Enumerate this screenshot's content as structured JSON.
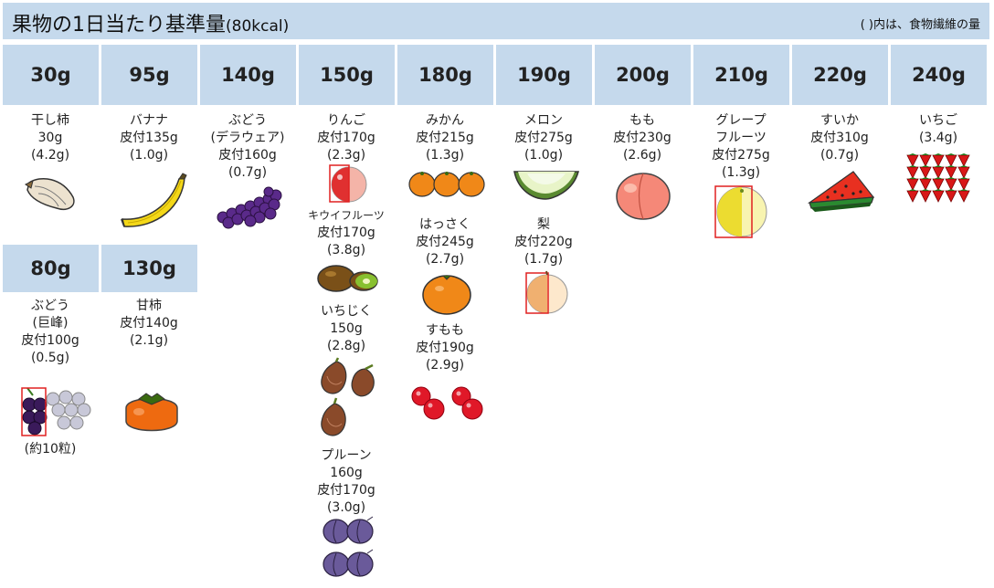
{
  "title": "果物の1日当たり基準量",
  "title_suffix": "(80kcal)",
  "note": "(  )内は、食物繊維の量",
  "headers": [
    "30g",
    "95g",
    "140g",
    "150g",
    "180g",
    "190g",
    "200g",
    "210g",
    "220g",
    "240g",
    "80g",
    "130g"
  ],
  "fruits": {
    "hoshigaki": [
      "干し柿",
      "30g",
      "(4.2g)"
    ],
    "banana": [
      "バナナ",
      "皮付135g",
      "(1.0g)"
    ],
    "delaware": [
      "ぶどう",
      "(デラウェア)",
      "皮付160g",
      "(0.7g)"
    ],
    "ringo": [
      "りんご",
      "皮付170g",
      "(2.3g)"
    ],
    "kiwi": [
      "キウイフルーツ",
      "皮付170g",
      "(3.8g)"
    ],
    "ichijiku": [
      "いちじく",
      "150g",
      "(2.8g)"
    ],
    "prune": [
      "プルーン",
      "160g",
      "皮付170g",
      "(3.0g)"
    ],
    "mikan": [
      "みかん",
      "皮付215g",
      "(1.3g)"
    ],
    "hassaku": [
      "はっさく",
      "皮付245g",
      "(2.7g)"
    ],
    "sumomo": [
      "すもも",
      "皮付190g",
      "(2.9g)"
    ],
    "melon": [
      "メロン",
      "皮付275g",
      "(1.0g)"
    ],
    "nashi": [
      "梨",
      "皮付220g",
      "(1.7g)"
    ],
    "momo": [
      "もも",
      "皮付230g",
      "(2.6g)"
    ],
    "grapefruit": [
      "グレープ",
      "フルーツ",
      "皮付275g",
      "(1.3g)"
    ],
    "suika": [
      "すいか",
      "皮付310g",
      "(0.7g)"
    ],
    "ichigo": [
      "いちご",
      "(3.4g)"
    ],
    "kyoho": [
      "ぶどう",
      "(巨峰)",
      "皮付100g",
      "(0.5g)"
    ],
    "amagaki": [
      "甘柿",
      "皮付140g",
      "(2.1g)"
    ]
  },
  "kyoho_count": "(約10粒)",
  "icons": [
    "dried-persimmon-icon",
    "banana-icon",
    "grapes-icon",
    "apple-icon",
    "kiwi-icon",
    "fig-icon",
    "prune-icon",
    "mandarin-icon",
    "hassaku-icon",
    "plum-icon",
    "melon-icon",
    "pear-icon",
    "peach-icon",
    "grapefruit-icon",
    "watermelon-icon",
    "strawberry-icon",
    "kyoho-grapes-icon",
    "persimmon-icon"
  ],
  "colors": {
    "header_bg": "#c5d9ec",
    "highlight_box": "#e02020"
  }
}
